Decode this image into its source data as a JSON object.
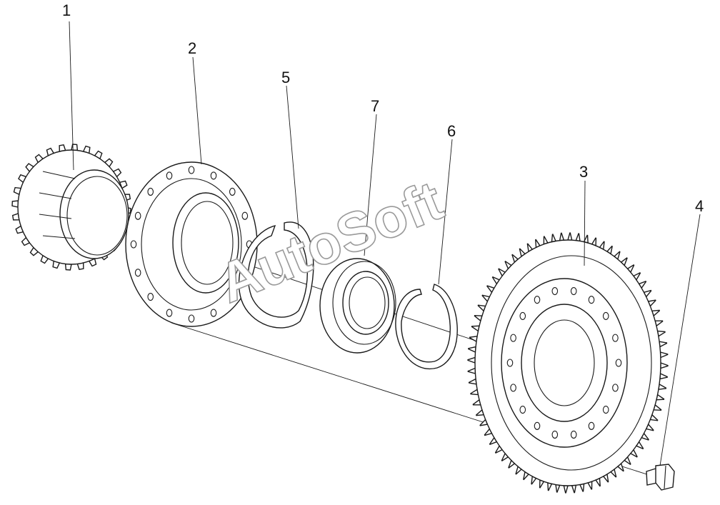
{
  "watermark": {
    "text": "AutoSoft"
  },
  "callouts": [
    "1",
    "2",
    "3",
    "4",
    "5",
    "6",
    "7"
  ],
  "colors": {
    "line": "#1a1a1a",
    "background": "#ffffff",
    "watermark_outline": "#9a9a9a"
  }
}
